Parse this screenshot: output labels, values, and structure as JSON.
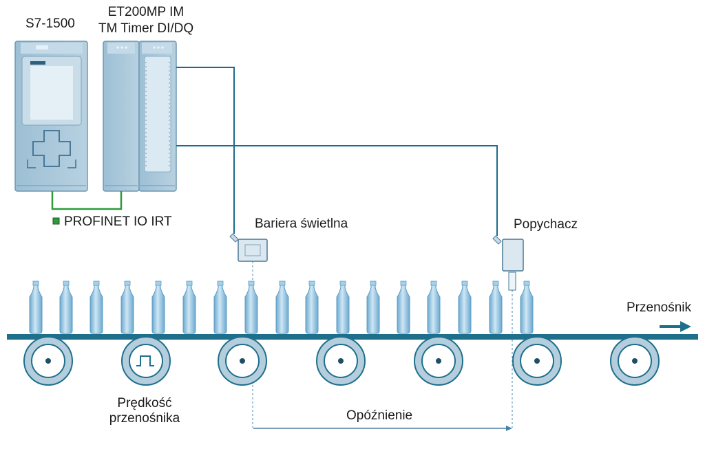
{
  "labels": {
    "plc": "S7-1500",
    "io_line1": "ET200MP IM",
    "io_line2": "TM Timer DI/DQ",
    "network": "PROFINET IO IRT",
    "light_barrier": "Bariera świetlna",
    "pusher": "Popychacz",
    "conveyor": "Przenośnik",
    "speed_line1": "Prędkość",
    "speed_line2": "przenośnika",
    "delay": "Opóźnienie"
  },
  "colors": {
    "cable": "#1a6b8c",
    "profinet": "#2e9a3c",
    "module_body": "#a9c6d9",
    "module_edge": "#7fa8c2",
    "belt": "#1e6f8c",
    "roller_outer": "#b5cedd",
    "bottle": "#8fc3e0"
  },
  "icons": [
    "pulse-icon",
    "arrow-right-icon"
  ]
}
